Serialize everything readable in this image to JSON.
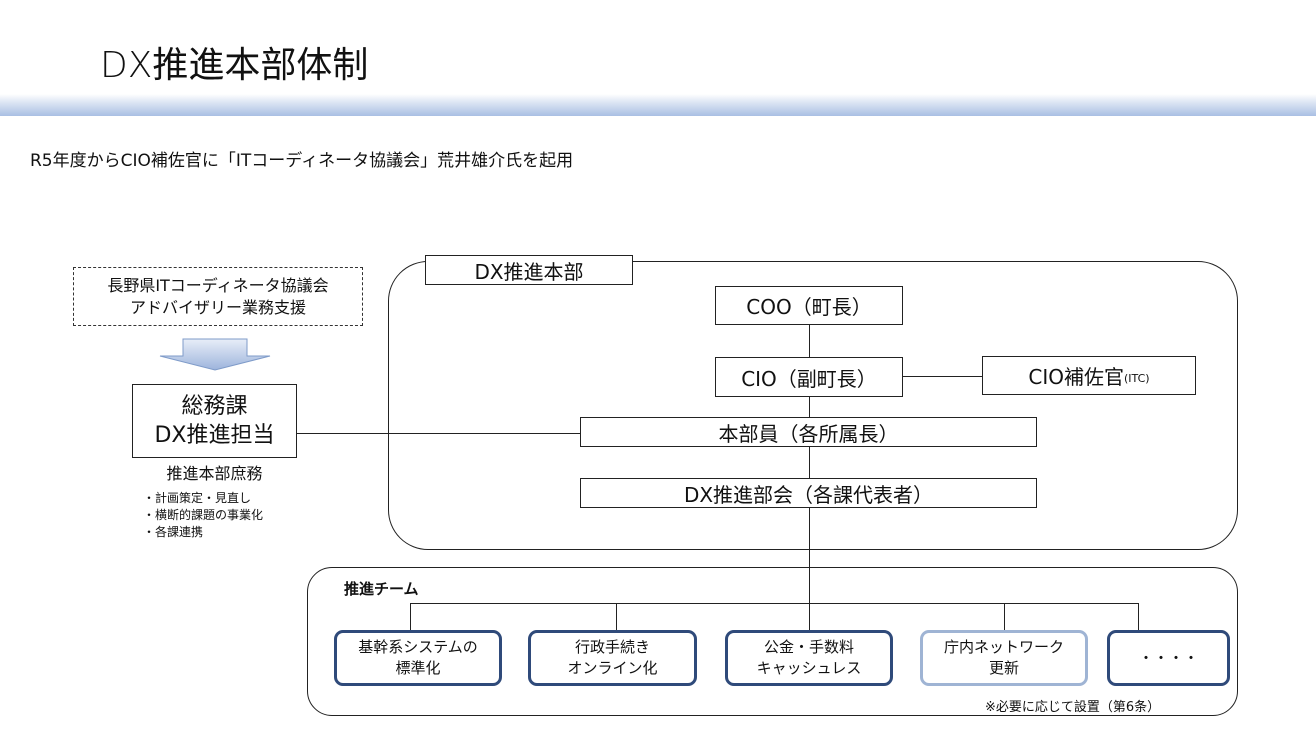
{
  "title": "DX推進本部体制",
  "subtitle": "R5年度からCIO補佐官に「ITコーディネータ協議会」荒井雄介氏を起用",
  "advisor": {
    "line1": "長野県ITコーディネータ協議会",
    "line2": "アドバイザリー業務支援"
  },
  "soumu": {
    "line1": "総務課",
    "line2": "DX推進担当",
    "caption": "推進本部庶務",
    "bullets": [
      "・計画策定・見直し",
      "・横断的課題の事業化",
      "・各課連携"
    ]
  },
  "hq": {
    "label": "DX推進本部",
    "coo": "COO（町長）",
    "cio": "CIO（副町長）",
    "cio_assistant": "CIO補佐官",
    "cio_assistant_suffix": "(ITC)",
    "members": "本部員（各所属長）",
    "subcommittee": "DX推進部会（各課代表者）"
  },
  "team": {
    "label": "推進チーム",
    "items": [
      {
        "line1": "基幹系システムの",
        "line2": "標準化"
      },
      {
        "line1": "行政手続き",
        "line2": "オンライン化"
      },
      {
        "line1": "公金・手数料",
        "line2": "キャッシュレス"
      },
      {
        "line1": "庁内ネットワーク",
        "line2": "更新"
      },
      {
        "line1": "・・・・",
        "line2": ""
      }
    ],
    "note": "※必要に応じて設置（第6条）"
  }
}
